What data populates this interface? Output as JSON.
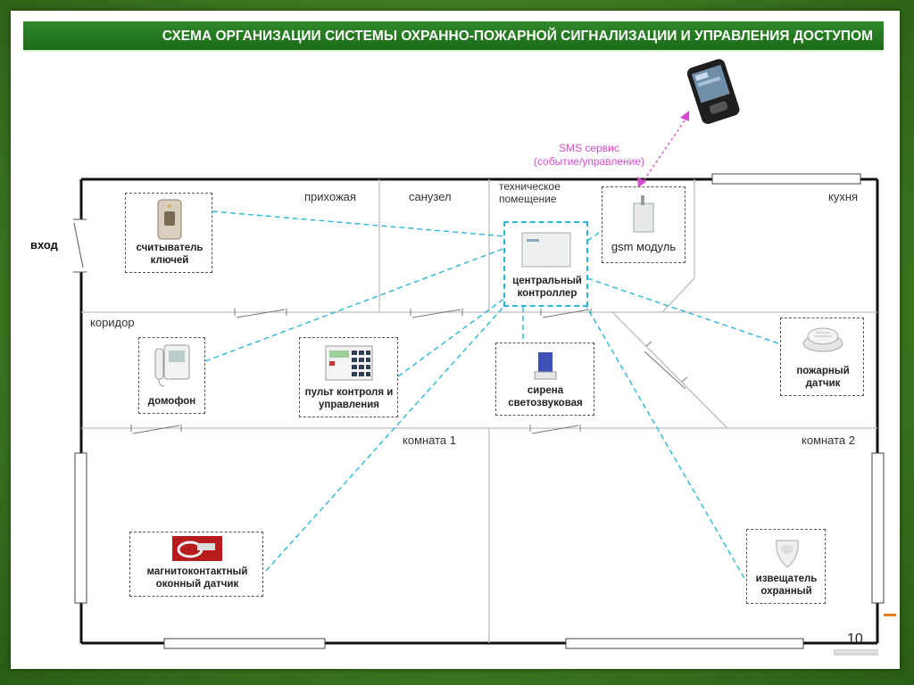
{
  "title": "СХЕМА ОРГАНИЗАЦИИ СИСТЕМЫ ОХРАННО-ПОЖАРНОЙ СИГНАЛИЗАЦИИ И УПРАВЛЕНИЯ ДОСТУПОМ",
  "sms": {
    "line1": "SMS сервис",
    "line2": "(событие/управление)"
  },
  "entry_label": "вход",
  "rooms": {
    "hallway": "прихожая",
    "bathroom": "санузел",
    "technical": "техническое помещение",
    "kitchen": "кухня",
    "corridor": "коридор",
    "room1": "комната 1",
    "room2": "комната 2"
  },
  "devices": {
    "key_reader": "считыватель ключей",
    "controller": "центральный контроллер",
    "gsm": "gsm модуль",
    "intercom": "домофон",
    "control_panel": "пульт контроля и управления",
    "siren": "сирена светозвуковая",
    "fire_sensor": "пожарный датчик",
    "window_sensor": "магнитоконтактный оконный датчик",
    "motion_sensor": "извещатель охранный"
  },
  "colors": {
    "header_green": "#1c6a18",
    "link_cyan": "#29b7d8",
    "sms_magenta": "#d44ad0",
    "accent_orange": "#e67e22"
  },
  "page_number": "10"
}
